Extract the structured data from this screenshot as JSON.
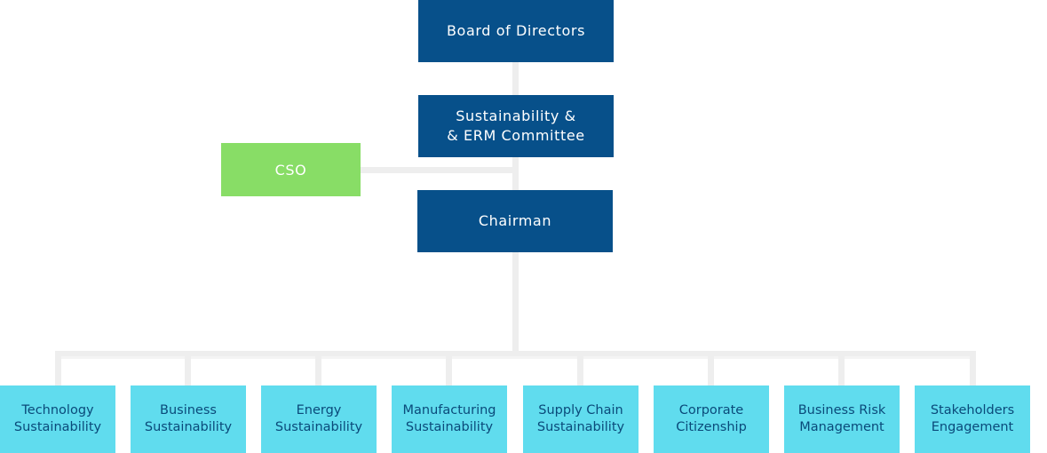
{
  "org_chart": {
    "board": "Board of Directors",
    "committee": {
      "line1": "Sustainability &",
      "line2": "& ERM Committee"
    },
    "cso": "CSO",
    "chairman": "Chairman",
    "units": [
      {
        "line1": "Technology",
        "line2": "Sustainability"
      },
      {
        "line1": "Business",
        "line2": "Sustainability"
      },
      {
        "line1": "Energy",
        "line2": "Sustainability"
      },
      {
        "line1": "Manufacturing",
        "line2": "Sustainability"
      },
      {
        "line1": "Supply Chain",
        "line2": "Sustainability"
      },
      {
        "line1": "Corporate",
        "line2": "Citizenship"
      },
      {
        "line1": "Business Risk",
        "line2": "Management"
      },
      {
        "line1": "Stakeholders",
        "line2": "Engagement"
      }
    ]
  },
  "colors": {
    "dark_box": "#07508a",
    "green_box": "#88dd66",
    "light_box": "#60dcee",
    "connector": "#eeeeee"
  }
}
